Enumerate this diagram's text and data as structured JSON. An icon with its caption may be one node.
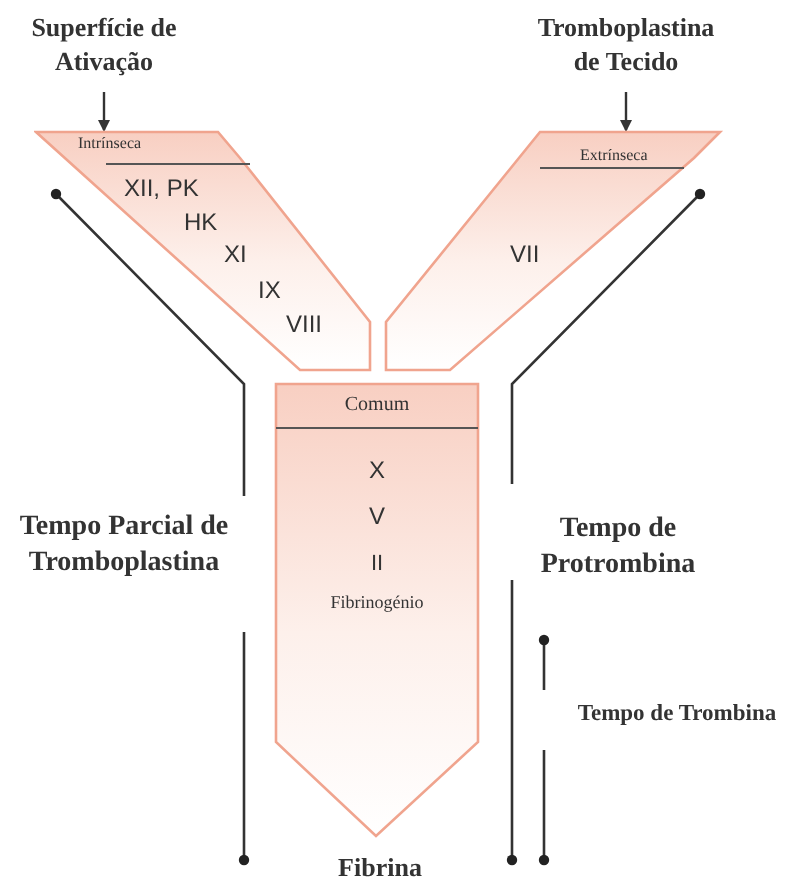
{
  "diagram": {
    "nodes": [
      {
        "text": [
          "Superfície de Ativação"
        ]
      },
      {
        "text": [
          "Tromboplastina de Tecido"
        ]
      },
      {
        "text": [
          "Intrínseca",
          "XII, PK",
          "HK",
          "XI",
          "IX",
          "VIII"
        ]
      },
      {
        "text": [
          "Extrínseca",
          "VII"
        ]
      },
      {
        "text": [
          "Comum",
          "X",
          "V",
          "II",
          "Fibrinogénio"
        ]
      }
    ],
    "edges": [
      {
        "from": 0,
        "to": 2,
        "arrow": "to"
      },
      {
        "from": 1,
        "to": 3,
        "arrow": "to"
      }
    ],
    "labels": [
      "Tempo Parcial de Tromboplastina",
      "Tempo de Protrombina",
      "Tempo de Trombina",
      "Fibrina"
    ]
  }
}
